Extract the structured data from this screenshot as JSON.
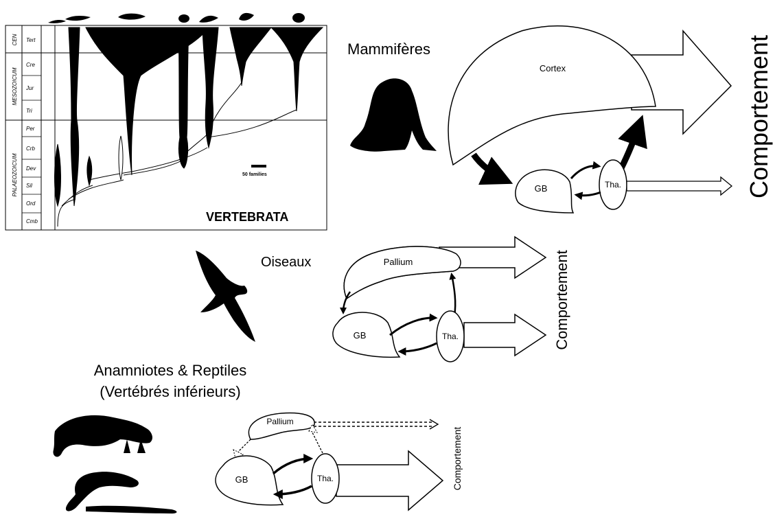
{
  "timeline": {
    "title": "VERTEBRATA",
    "scale_label": "50 families",
    "eras": [
      {
        "name": "CEN",
        "periods": [
          "Tert"
        ]
      },
      {
        "name": "MESOZOICUM",
        "periods": [
          "Cre",
          "Jur",
          "Tri"
        ]
      },
      {
        "name": "PALAEOZOICUM",
        "periods": [
          "Per",
          "Crb",
          "Dev",
          "Sil",
          "Ord",
          "Cmb"
        ]
      }
    ]
  },
  "mammals": {
    "label": "Mammifères",
    "cortex": "Cortex",
    "gb": "GB",
    "thalamus": "Tha.",
    "output": "Comportement"
  },
  "birds": {
    "label": "Oiseaux",
    "pallium": "Pallium",
    "gb": "GB",
    "thalamus": "Tha.",
    "output": "Comportement"
  },
  "lower": {
    "label_line1": "Anamniotes & Reptiles",
    "label_line2": "(Vertébrés inférieurs)",
    "pallium": "Pallium",
    "gb": "GB",
    "thalamus": "Tha.",
    "output": "Comportement"
  }
}
